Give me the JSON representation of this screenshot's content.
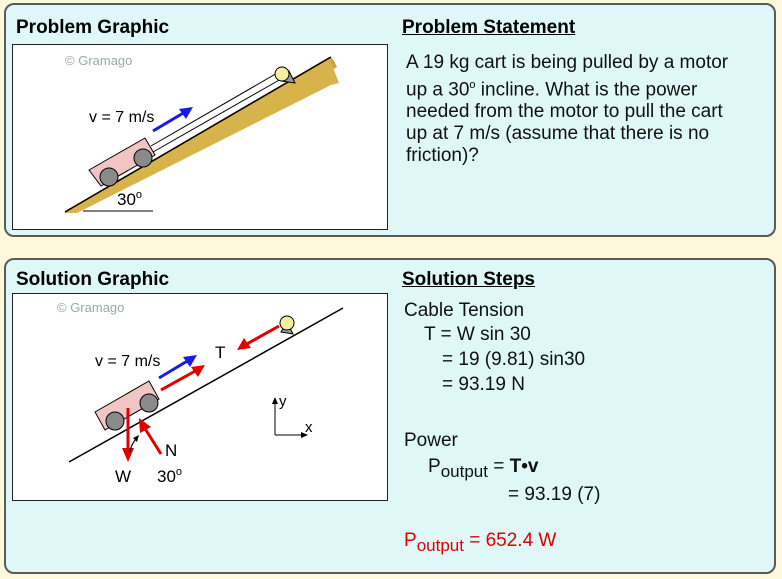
{
  "problem": {
    "graphic_heading": "Problem Graphic",
    "statement_heading": "Problem Statement",
    "watermark": "© Gramago",
    "velocity_label": "v = 7 m/s",
    "angle_label": "30",
    "angle_sup": "o",
    "statement_lines": [
      "A 19 kg cart is being pulled by a motor",
      "up a 30",
      "needed from the motor to pull the cart",
      "up at 7 m/s (assume that there is no",
      "friction)?"
    ],
    "statement_deg": "o",
    "statement_line2_rest": " incline. What is the power"
  },
  "solution": {
    "graphic_heading": "Solution Graphic",
    "steps_heading": "Solution Steps",
    "watermark": "© Gramago",
    "velocity_label": "v = 7 m/s",
    "tension_label": "T",
    "weight_label": "W",
    "normal_label": "N",
    "angle_label": "30",
    "angle_sup": "o",
    "axis_x": "x",
    "axis_y": "y",
    "cable_tension_title": "Cable Tension",
    "tension_eq1": "T = W sin 30",
    "tension_eq2": "= 19 (9.81) sin30",
    "tension_eq3": "= 93.19 N",
    "power_title": "Power",
    "power_P": "P",
    "power_sub": "output",
    "power_eq_rest": " = ",
    "power_T": "T",
    "power_dot": "•",
    "power_v": "v",
    "power_eq2": "= 93.19 (7)",
    "result_P": "P",
    "result_sub": "output",
    "result_value": " = 652.4 W"
  },
  "colors": {
    "panel_bg": "#dff7f7",
    "page_bg": "#fdf7dc",
    "incline_fill": "#c9a440",
    "cart": "#f2c4c4",
    "wheel": "#8a8a8a",
    "pulley": "#f4f0a0",
    "velocity_arrow": "#1a1ae6",
    "force_arrow": "#e00000"
  }
}
